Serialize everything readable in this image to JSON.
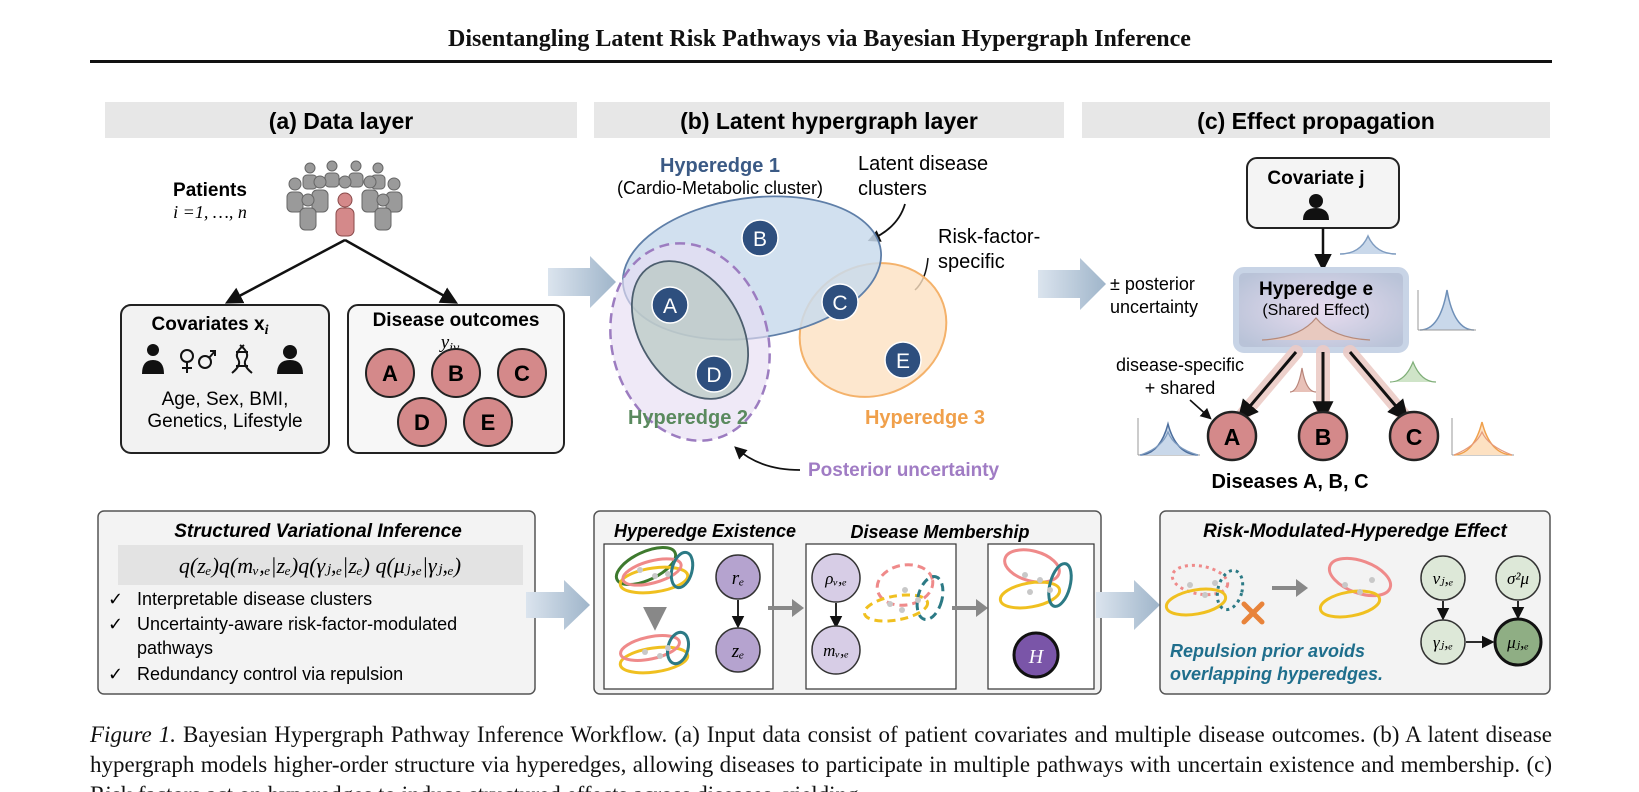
{
  "header": {
    "title": "Disentangling Latent Risk Pathways via Bayesian Hypergraph Inference"
  },
  "panel_a": {
    "heading": "(a) Data layer",
    "patients_label": "Patients",
    "patients_index": "i =1, …, n",
    "covariates_title": "Covariates x",
    "covariates_sub": "i",
    "covariates_line1": "Age, Sex, BMI,",
    "covariates_line2": "Genetics, Lifestyle",
    "outcomes_title": "Disease outcomes",
    "outcomes_var": "y",
    "outcomes_sub": "iv",
    "diseases": [
      "A",
      "B",
      "C",
      "D",
      "E"
    ]
  },
  "panel_b": {
    "heading": "(b) Latent hypergraph layer",
    "he1_title": "Hyperedge 1",
    "he1_sub": "(Cardio-Metabolic cluster)",
    "he2_title": "Hyperedge 2",
    "he3_title": "Hyperedge 3",
    "latent_line1": "Latent disease",
    "latent_line2": "clusters",
    "risk_line1": "Risk-factor-",
    "risk_line2": "specific",
    "posterior": "Posterior uncertainty",
    "nodes": [
      "A",
      "B",
      "C",
      "D",
      "E"
    ]
  },
  "panel_c": {
    "heading": "(c) Effect propagation",
    "covariate_label": "Covariate j",
    "hyperedge_label": "Hyperedge e",
    "shared_effect": "(Shared Effect)",
    "pm_line1": "± posterior",
    "pm_line2": "uncertainty",
    "ds_line1": "disease-specific",
    "ds_line2": "+ shared",
    "nodes": [
      "A",
      "B",
      "C"
    ],
    "footer": "Diseases A, B, C"
  },
  "svi_box": {
    "title": "Structured Variational Inference",
    "formula": "q(zₑ)q(mᵥ,ₑ|zₑ)q(γⱼ,ₑ|zₑ) q(μⱼ,ₑ|γⱼ,ₑ)",
    "checks": [
      "Interpretable disease clusters",
      "Uncertainty-aware risk-factor-modulated",
      "pathways",
      "Redundancy control via repulsion"
    ],
    "check_mark": "✓"
  },
  "middle_box": {
    "existence_title": "Hyperedge Existence",
    "membership_title": "Disease Membership",
    "r_e": "rₑ",
    "z_e": "zₑ",
    "rho": "ρᵥ,ₑ",
    "m": "mᵥ,ₑ",
    "H": "H"
  },
  "rmhe_box": {
    "title": "Risk-Modulated-Hyperedge Effect",
    "repulsion_line1": "Repulsion prior avoids",
    "repulsion_line2": "overlapping hyperedges.",
    "nu": "νⱼ,ₑ",
    "sigma": "σ²μ",
    "gamma": "γⱼ,ₑ",
    "mu": "μⱼ,ₑ"
  },
  "caption": {
    "label": "Figure 1.",
    "text": " Bayesian Hypergraph Pathway Inference Workflow. (a) Input data consist of patient covariates and multiple disease outcomes. (b) A latent disease hypergraph models higher-order structure via hyperedges, allowing diseases to participate in multiple pathways with uncertain existence and membership. (c) Risk factors act on hyperedges to induce structured effects across diseases, yielding"
  },
  "colors": {
    "disease_fill": "#d4898a",
    "node_blue": "#2e4f7e",
    "he1_blue": "#b9cfe4",
    "he2_purple": "#9c7cc0",
    "he3_orange": "#f4b26b",
    "he2_green": "#5a8a5e",
    "posterior_purple": "#a07cc4",
    "node_lavender": "#b5a3cf",
    "repulsion_text": "#1f6e8c"
  }
}
